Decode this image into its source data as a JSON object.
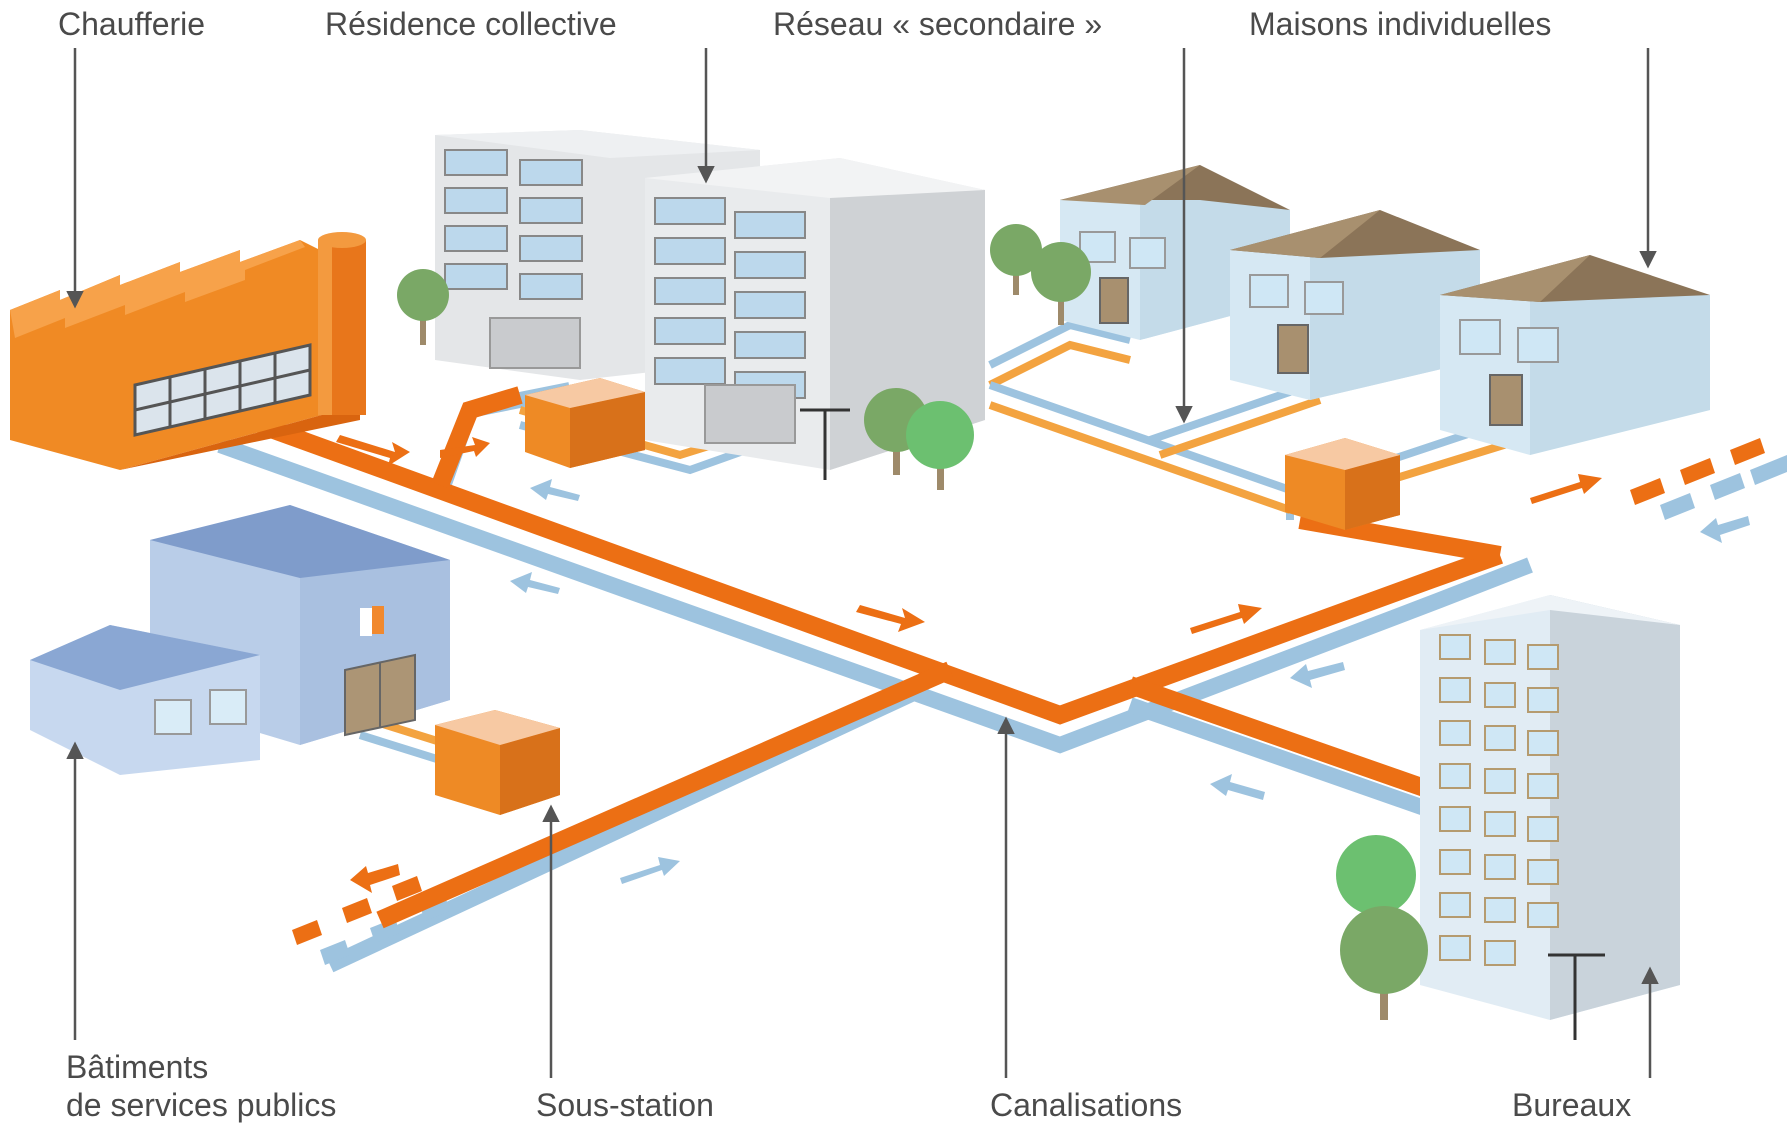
{
  "labels": {
    "chaufferie": "Chaufferie",
    "residence": "Résidence collective",
    "reseau_secondaire": "Réseau « secondaire »",
    "maisons": "Maisons individuelles",
    "batiments_line1": "Bâtiments",
    "batiments_line2": "de services publics",
    "sous_station": "Sous-station",
    "canalisations": "Canalisations",
    "bureaux": "Bureaux"
  },
  "colors": {
    "hot_pipe": "#ec6f14",
    "cold_pipe": "#9dc3df",
    "secondary_hot": "#f3a340",
    "building_light": "#dde9f2",
    "building_grey": "#d7d9dc",
    "roof_brown": "#8b7458",
    "public_blue": "#9ab5d8",
    "factory_orange": "#f08a24",
    "tree_green": "#7aa866",
    "label_text": "#4a4a4a"
  }
}
